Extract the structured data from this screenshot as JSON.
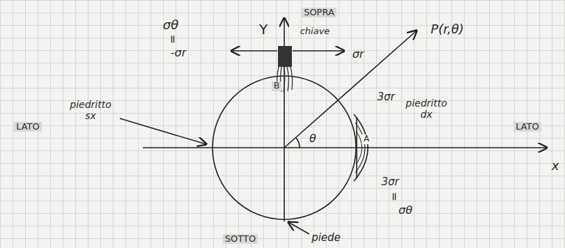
{
  "diagram": {
    "labels": [
      "SOPRA",
      "Y",
      "σθ",
      "=",
      "-σr",
      "chiave",
      "σr",
      "P(r,θ)",
      "B",
      "LATO",
      "piedritto sx",
      "3σr",
      "piedritto dx",
      "LATO",
      "θ",
      "A",
      "x",
      "3σr",
      "=",
      "σθ",
      "SOTTO",
      "piede"
    ]
  }
}
